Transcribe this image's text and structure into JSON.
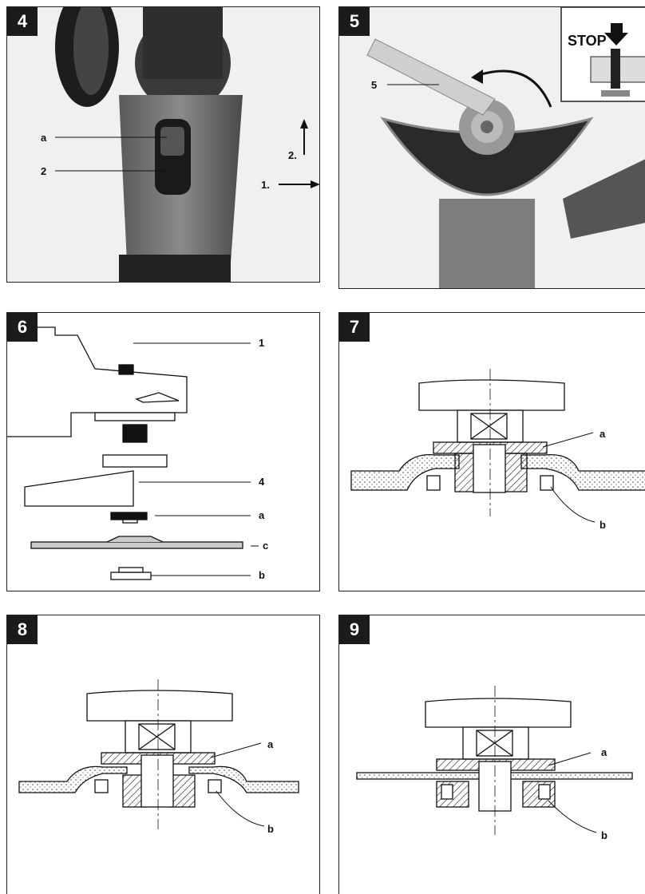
{
  "figures": [
    {
      "number": "4",
      "labels": {
        "a": "a",
        "two": "2",
        "step1": "1.",
        "step2": "2."
      }
    },
    {
      "number": "5",
      "labels": {
        "five": "5",
        "stop": "STOP"
      }
    },
    {
      "number": "6",
      "labels": {
        "one": "1",
        "four": "4",
        "a": "a",
        "c": "c",
        "b": "b"
      }
    },
    {
      "number": "7",
      "labels": {
        "a": "a",
        "b": "b"
      }
    },
    {
      "number": "8",
      "labels": {
        "a": "a",
        "b": "b"
      }
    },
    {
      "number": "9",
      "labels": {
        "a": "a",
        "b": "b"
      }
    }
  ]
}
